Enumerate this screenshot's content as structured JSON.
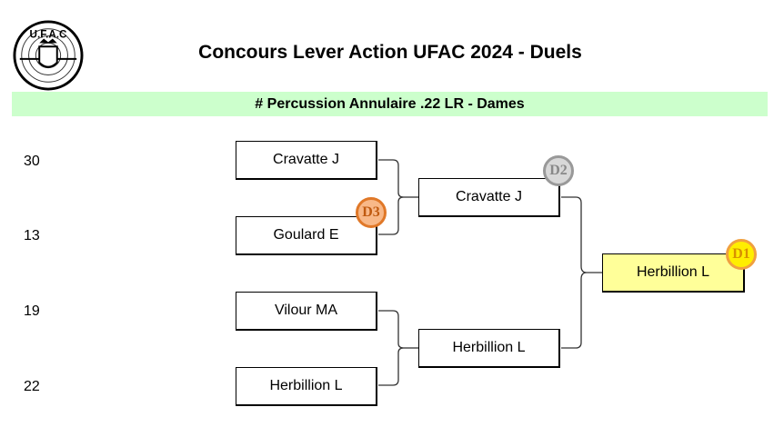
{
  "header": {
    "title": "Concours Lever Action UFAC 2024 - Duels",
    "logo_text": "UFAC"
  },
  "category": "# Percussion Annulaire .22 LR - Dames",
  "seeds": [
    "30",
    "13",
    "19",
    "22"
  ],
  "round1": [
    "Cravatte J",
    "Goulard E",
    "Vilour MA",
    "Herbillion L"
  ],
  "round2": [
    "Cravatte J",
    "Herbillion L"
  ],
  "final": "Herbillion L",
  "badges": {
    "d1": "D1",
    "d2": "D2",
    "d3": "D3"
  },
  "colors": {
    "bar": "#ccffcc",
    "final_fill": "#ffff99",
    "d1_fill": "#ffee00",
    "d1_border": "#f0a040",
    "d2_fill": "#d8d8d8",
    "d2_border": "#999999",
    "d3_fill": "#f8b888",
    "d3_border": "#e07828"
  }
}
